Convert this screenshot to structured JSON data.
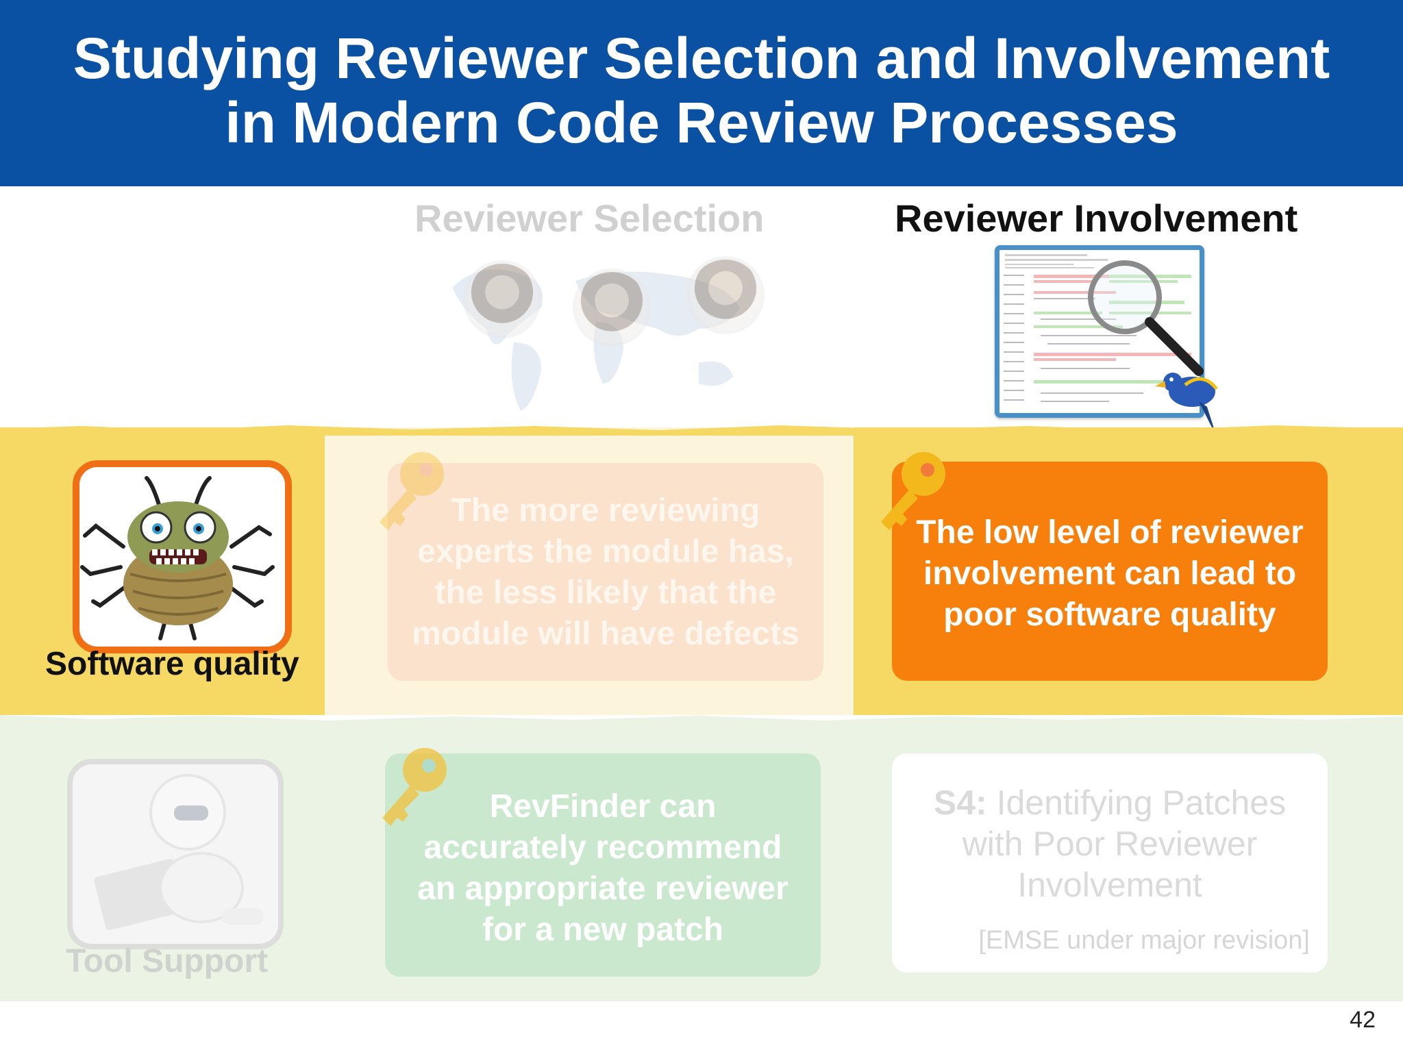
{
  "slide": {
    "title_line1": "Studying Reviewer Selection and Involvement",
    "title_line2": "in Modern Code Review Processes",
    "page_number": "42"
  },
  "columns": {
    "selection": "Reviewer Selection",
    "involvement": "Reviewer Involvement"
  },
  "rows": {
    "quality_label": "Software quality",
    "tool_label": "Tool Support"
  },
  "cards": {
    "selection_quality": [
      "The more reviewing",
      "experts the module has,",
      "the less likely that the",
      "module will have defects"
    ],
    "involvement_quality": [
      "The low level of reviewer",
      "involvement can lead to",
      "poor software quality"
    ],
    "selection_tool": [
      "RevFinder can",
      "accurately recommend",
      "an appropriate reviewer",
      "for a new patch"
    ],
    "s4": {
      "prefix": "S4:",
      "line1": " Identifying Patches",
      "line2": "with Poor Reviewer",
      "line3": "Involvement",
      "citation": "[EMSE under major revision]"
    }
  },
  "colors": {
    "title_bar": "#0a50a3",
    "highlight_card": "#f77f0c",
    "yellow_band": "#f6d865",
    "green_band": "#eaf3e4"
  },
  "icons": [
    "bug-icon",
    "robot-icon",
    "key-icon",
    "magnifier-icon",
    "bird-icon",
    "world-map-icon"
  ]
}
